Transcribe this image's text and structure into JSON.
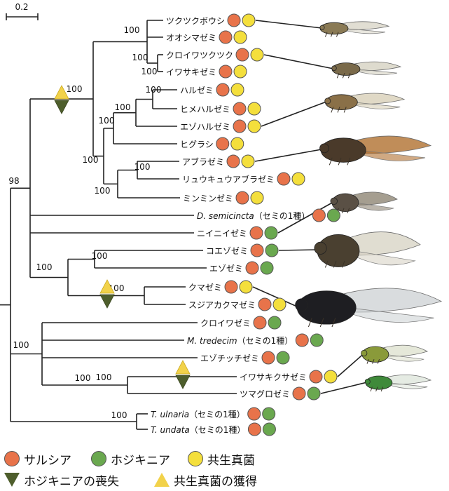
{
  "scale_bar": {
    "label": "0.2"
  },
  "colors": {
    "sulcia": "#e8734a",
    "hodgkinia": "#6aa84f",
    "fungus": "#f4df3c",
    "loss": "#4e5e2c",
    "gain": "#f2d24a",
    "line": "#222222"
  },
  "species": [
    {
      "id": "tsukutsukuboushi",
      "name": "ツクツクボウシ",
      "symbionts": [
        "sulcia",
        "fungus"
      ]
    },
    {
      "id": "ooshimazemi",
      "name": "オオシマゼミ",
      "symbionts": [
        "sulcia",
        "fungus"
      ]
    },
    {
      "id": "kuroiwatsukutsuku",
      "name": "クロイワツクツク",
      "symbionts": [
        "sulcia",
        "fungus"
      ]
    },
    {
      "id": "iwasakizemi",
      "name": "イワサキゼミ",
      "symbionts": [
        "sulcia",
        "fungus"
      ]
    },
    {
      "id": "haruzemi",
      "name": "ハルゼミ",
      "symbionts": [
        "sulcia",
        "fungus"
      ]
    },
    {
      "id": "himeharuzemi",
      "name": "ヒメハルゼミ",
      "symbionts": [
        "sulcia",
        "fungus"
      ]
    },
    {
      "id": "ezoharuzemi",
      "name": "エゾハルゼミ",
      "symbionts": [
        "sulcia",
        "fungus"
      ]
    },
    {
      "id": "higurashi",
      "name": "ヒグラシ",
      "symbionts": [
        "sulcia",
        "fungus"
      ]
    },
    {
      "id": "aburazemi",
      "name": "アブラゼミ",
      "symbionts": [
        "sulcia",
        "fungus"
      ]
    },
    {
      "id": "ryukyuaburazemi",
      "name": "リュウキュウアブラゼミ",
      "symbionts": [
        "sulcia",
        "fungus"
      ]
    },
    {
      "id": "minminzemi",
      "name": "ミンミンゼミ",
      "symbionts": [
        "sulcia",
        "fungus"
      ]
    },
    {
      "id": "d-semicincta",
      "name": "D. semicincta",
      "suffix": "（セミの1種）",
      "italic": true,
      "symbionts": [
        "sulcia",
        "hodgkinia"
      ]
    },
    {
      "id": "niiniizemi",
      "name": "ニイニイゼミ",
      "symbionts": [
        "sulcia",
        "hodgkinia"
      ]
    },
    {
      "id": "koezozemi",
      "name": "コエゾゼミ",
      "symbionts": [
        "sulcia",
        "hodgkinia"
      ]
    },
    {
      "id": "ezozemi",
      "name": "エゾゼミ",
      "symbionts": [
        "sulcia",
        "hodgkinia"
      ]
    },
    {
      "id": "kumazemi",
      "name": "クマゼミ",
      "symbionts": [
        "sulcia",
        "fungus"
      ]
    },
    {
      "id": "sujiakakumazemi",
      "name": "スジアカクマゼミ",
      "symbionts": [
        "sulcia",
        "fungus"
      ]
    },
    {
      "id": "kuroiwazemi",
      "name": "クロイワゼミ",
      "symbionts": [
        "sulcia",
        "hodgkinia"
      ]
    },
    {
      "id": "m-tredecim",
      "name": "M. tredecim",
      "suffix": "（セミの1種）",
      "italic": true,
      "symbionts": [
        "sulcia",
        "hodgkinia"
      ]
    },
    {
      "id": "ezochicchizemi",
      "name": "エゾチッチゼミ",
      "symbionts": [
        "sulcia",
        "hodgkinia"
      ]
    },
    {
      "id": "iwasakikusazemi",
      "name": "イワサキクサゼミ",
      "symbionts": [
        "sulcia",
        "fungus"
      ]
    },
    {
      "id": "tsumaguroszemi",
      "name": "ツマグロゼミ",
      "symbionts": [
        "sulcia",
        "hodgkinia"
      ]
    },
    {
      "id": "t-ulnaria",
      "name": "T. ulnaria",
      "suffix": "（セミの1種）",
      "italic": true,
      "symbionts": [
        "sulcia",
        "hodgkinia"
      ]
    },
    {
      "id": "t-undata",
      "name": "T. undata",
      "suffix": "（セミの1種）",
      "italic": true,
      "symbionts": [
        "sulcia",
        "hodgkinia"
      ]
    }
  ],
  "bootstrap_values": [
    "100",
    "100",
    "100",
    "100",
    "100",
    "100",
    "100",
    "100",
    "100",
    "100",
    "98",
    "100",
    "100",
    "100",
    "100",
    "100",
    "100",
    "100"
  ],
  "events": [
    {
      "clade": "tsukutsuku-aburazemi-clade",
      "types": [
        "gain",
        "loss"
      ]
    },
    {
      "clade": "kumazemi-clade",
      "types": [
        "gain",
        "loss"
      ]
    },
    {
      "clade": "iwasakikusazemi-lineage",
      "types": [
        "gain",
        "loss"
      ]
    }
  ],
  "photos": [
    {
      "id": "photo-tsukutsukuboushi",
      "species": "ツクツクボウシ",
      "body": "#8a7a55",
      "wing": "#d9d6c8"
    },
    {
      "id": "photo-kuroiwatsukutsuku",
      "species": "クロイワツクツク",
      "body": "#7a6a4a",
      "wing": "#d6d2c2"
    },
    {
      "id": "photo-ezoharuzemi",
      "species": "エゾハルゼミ",
      "body": "#8a7048",
      "wing": "#d8d0b8"
    },
    {
      "id": "photo-aburazemi",
      "species": "アブラゼミ",
      "body": "#4a3a2a",
      "wing": "#b07030"
    },
    {
      "id": "photo-niiniizemi",
      "species": "ニイニイゼミ",
      "body": "#5a5045",
      "wing": "#8f8674"
    },
    {
      "id": "photo-koezozemi",
      "species": "コエゾゼミ",
      "body": "#4a4030",
      "wing": "#d8d4c6"
    },
    {
      "id": "photo-kumazemi",
      "species": "クマゼミ",
      "body": "#1e1e22",
      "wing": "#cfd3d6"
    },
    {
      "id": "photo-iwasakikusazemi",
      "species": "イワサキクサゼミ",
      "body": "#8a9a3a",
      "wing": "#dfe2d0"
    },
    {
      "id": "photo-tsumaguroszemi",
      "species": "ツマグロゼミ",
      "body": "#3f8a3a",
      "wing": "#dfe6dc"
    }
  ],
  "legend": {
    "row1": [
      {
        "type": "sulcia",
        "label": "サルシア"
      },
      {
        "type": "hodgkinia",
        "label": "ホジキニア"
      },
      {
        "type": "fungus",
        "label": "共生真菌"
      }
    ],
    "row2": [
      {
        "type": "loss",
        "label": "ホジキニアの喪失"
      },
      {
        "type": "gain",
        "label": "共生真菌の獲得"
      }
    ]
  }
}
